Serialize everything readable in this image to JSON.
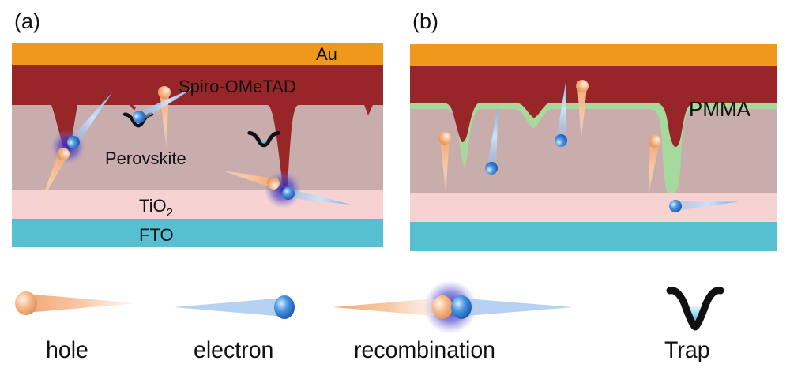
{
  "figure": {
    "panels": [
      {
        "id": "a",
        "label": "(a)",
        "layers": {
          "au": "Au",
          "spiro": "Spiro-OMeTAD",
          "perovskite": "Perovskite",
          "tio2_main": "TiO",
          "tio2_sub": "2",
          "fto": "FTO"
        }
      },
      {
        "id": "b",
        "label": "(b)",
        "layers": {
          "pmma": "PMMA"
        }
      }
    ],
    "legend": [
      {
        "key": "hole",
        "label": "hole"
      },
      {
        "key": "electron",
        "label": "electron"
      },
      {
        "key": "recombination",
        "label": "recombination"
      },
      {
        "key": "trap",
        "label": "Trap"
      }
    ],
    "colors": {
      "au": "#f0981c",
      "spiro": "#982628",
      "perovskite": "#c9adad",
      "tio2": "#f6d2d3",
      "fto": "#57c0d0",
      "pmma": "#a6d99e",
      "hole": "#f4b183",
      "electron": "#3a7fd0",
      "recombination_glow": "#3b2fb8",
      "trap": "#111111",
      "trap_fill": "#5ec6e8"
    }
  }
}
